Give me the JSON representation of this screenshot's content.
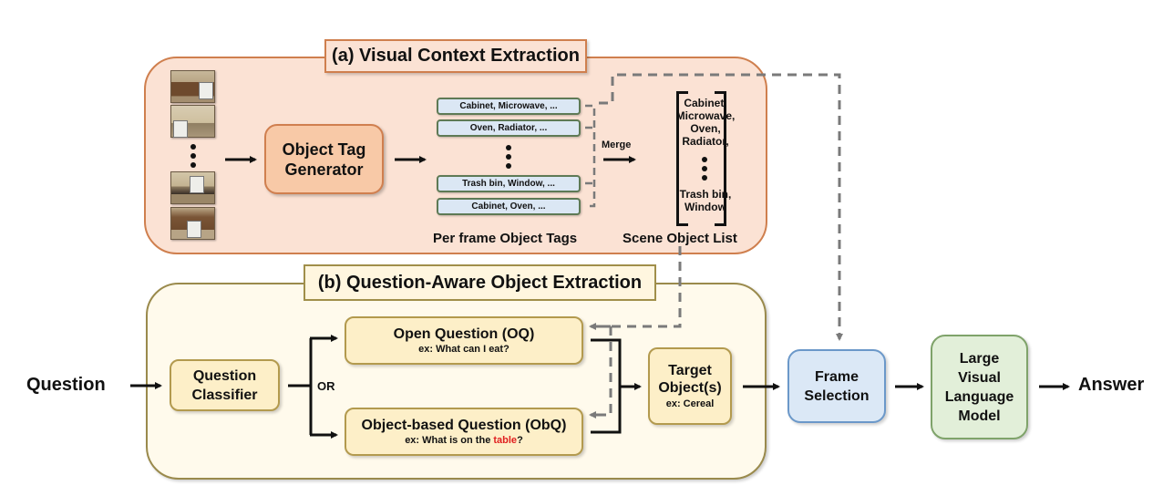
{
  "diagram": {
    "panel_a": {
      "title": "(a) Visual Context Extraction",
      "video_frames": [
        "frame-1",
        "frame-2",
        "frame-3",
        "frame-4"
      ],
      "object_tag_generator": [
        "Object Tag",
        "Generator"
      ],
      "per_frame_tags": [
        "Cabinet, Microwave, ...",
        "Oven, Radiator, ...",
        "Trash bin, Window, ...",
        "Cabinet, Oven, ..."
      ],
      "per_frame_caption": "Per frame Object Tags",
      "merge_label": "Merge",
      "scene_object_list": [
        "Cabinet,",
        "Microwave,",
        "Oven,",
        "Radiator,",
        "Trash bin,",
        "Window"
      ],
      "scene_caption": "Scene Object List"
    },
    "panel_b": {
      "title": "(b) Question-Aware Object Extraction",
      "question_classifier": [
        "Question",
        "Classifier"
      ],
      "or_label": "OR",
      "open_question": {
        "title": "Open Question (OQ)",
        "example": "ex: What can I eat?"
      },
      "object_question": {
        "title": "Object-based Question (ObQ)",
        "example_prefix": "ex: What is on the ",
        "example_highlight": "table",
        "example_suffix": "?"
      },
      "target_objects": {
        "title": [
          "Target",
          "Object(s)"
        ],
        "example": "ex: Cereal"
      }
    },
    "input_label": "Question",
    "frame_selection": [
      "Frame",
      "Selection"
    ],
    "lvlm": [
      "Large",
      "Visual",
      "Language",
      "Model"
    ],
    "output_label": "Answer",
    "colors": {
      "panel_a_fill": "#fbe2d4",
      "panel_a_border": "#cf7f4e",
      "panel_b_fill": "#fffaec",
      "panel_b_border": "#9a8a4c",
      "tag_fill": "#dbe7f4",
      "frame_selection_fill": "#dbe8f6",
      "lvlm_fill": "#e2efd9",
      "highlight": "#e02020",
      "dashed": "#808080"
    }
  }
}
